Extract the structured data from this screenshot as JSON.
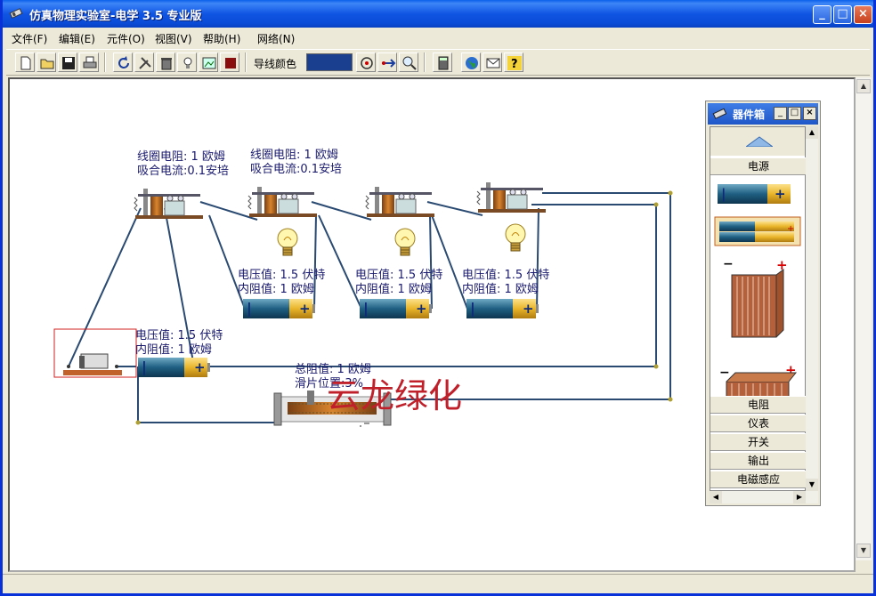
{
  "window": {
    "title": "仿真物理实验室-电学 3.5 专业版",
    "controls": [
      "_",
      "□",
      "×"
    ]
  },
  "menu": [
    {
      "label": "文件(F)"
    },
    {
      "label": "编辑(E)"
    },
    {
      "label": "元件(O)"
    },
    {
      "label": "视图(V)"
    },
    {
      "label": "帮助(H)"
    },
    {
      "label": "网络(N)"
    }
  ],
  "toolbar": {
    "wire_color_label": "导线颜色",
    "wire_color": "#1a3f8f",
    "icons": [
      "new-file-icon",
      "open-folder-icon",
      "save-disk-icon",
      "print-icon",
      "refresh-icon",
      "tools-icon",
      "trash-icon",
      "bulb-icon",
      "screenshot-icon",
      "stop-square-icon",
      "rotate-icon",
      "wire-align-icon",
      "zoom-icon",
      "calculator-icon",
      "globe-icon",
      "mail-icon",
      "help-icon"
    ]
  },
  "circuit": {
    "relays": [
      {
        "resistance": "线圈电阻: 1 欧姆",
        "current": "吸合电流:0.1安培"
      },
      {
        "resistance": "线圈电阻: 1 欧姆",
        "current": "吸合电流:0.1安培"
      }
    ],
    "batteries": [
      {
        "voltage": "电压值: 1.5 伏特",
        "resistance": "内阻值: 1 欧姆"
      },
      {
        "voltage": "电压值: 1.5 伏特",
        "resistance": "内阻值: 1 欧姆"
      },
      {
        "voltage": "电压值: 1.5 伏特",
        "resistance": "内阻值: 1 欧姆"
      },
      {
        "voltage": "电压值: 1.5 伏特",
        "resistance": "内阻值: 1 欧姆"
      }
    ],
    "rheostat": {
      "total": "总阻值: 1 欧姆",
      "slider": "滑片位置:3%"
    },
    "watermark": "云龙绿化"
  },
  "toolbox": {
    "title": "器件箱",
    "active_category": "电源",
    "categories": [
      "电阻",
      "仪表",
      "开关",
      "输出",
      "电磁感应"
    ]
  },
  "colors": {
    "wire": "#2a4a72",
    "battery_blue": "#1f6a8c",
    "battery_yellow": "#e9b52a"
  }
}
